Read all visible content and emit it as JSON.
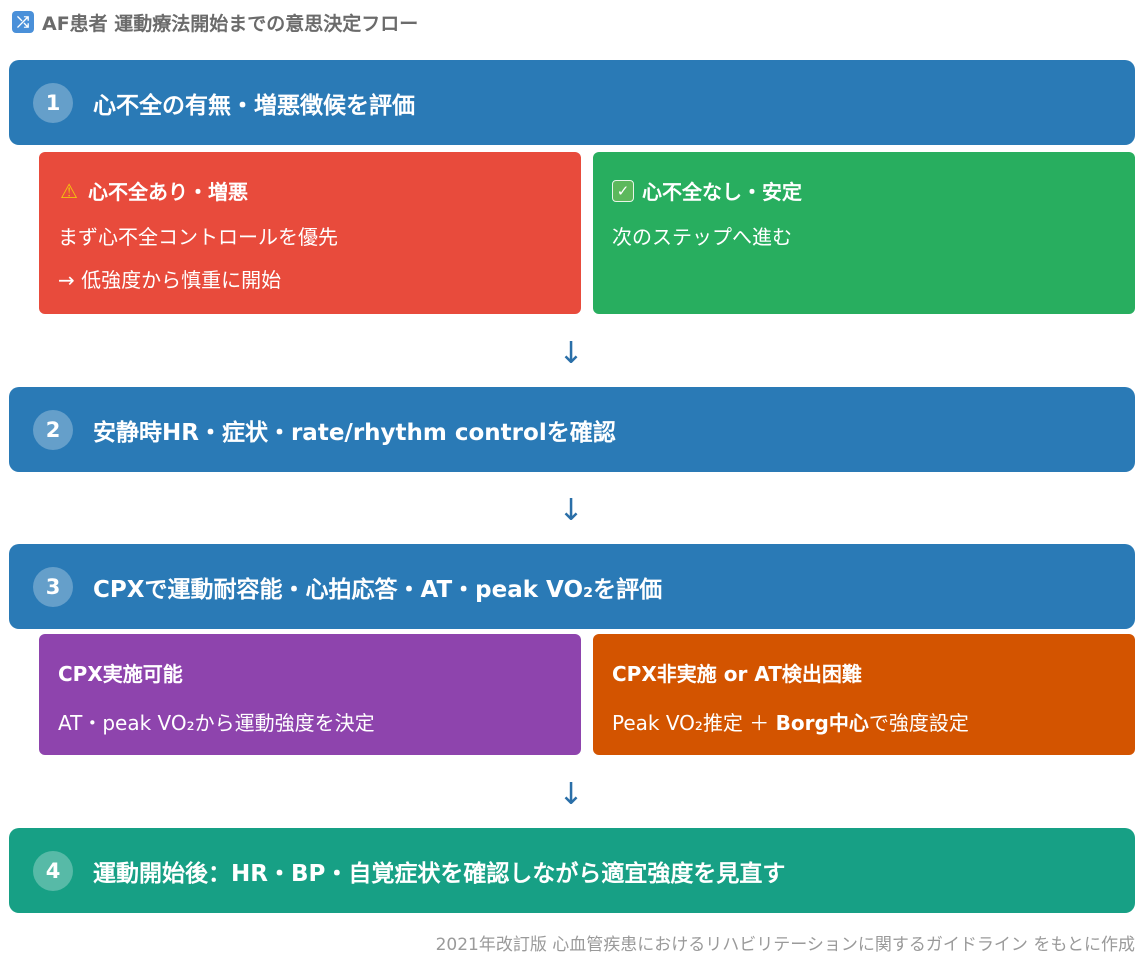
{
  "title": {
    "icon": "shuffle-icon",
    "text": "AF患者 運動療法開始までの意思決定フロー"
  },
  "steps": [
    {
      "num": "1",
      "label": "心不全の有無・増悪徴候を評価"
    },
    {
      "num": "2",
      "label": "安静時HR・症状・rate/rhythm controlを確認"
    },
    {
      "num": "3",
      "label": "CPXで運動耐容能・心拍応答・AT・peak VO₂を評価"
    },
    {
      "num": "4",
      "label": "運動開始後：HR・BP・自覚症状を確認しながら適宜強度を見直す"
    }
  ],
  "branch1": {
    "left": {
      "icon": "warning-icon",
      "heading": "心不全あり・増悪",
      "line1": "まず心不全コントロールを優先",
      "line2": "→ 低強度から慎重に開始"
    },
    "right": {
      "icon": "check-box-icon",
      "heading": "心不全なし・安定",
      "line1": "次のステップへ進む"
    }
  },
  "branch3": {
    "left": {
      "heading": "CPX実施可能",
      "line1": "AT・peak VO₂から運動強度を決定"
    },
    "right": {
      "heading": "CPX非実施 or AT検出困難",
      "line1_pre": "Peak VO₂推定 ＋ ",
      "line1_bold": "Borg中心",
      "line1_post": "で強度設定"
    }
  },
  "arrow_glyph": "↓",
  "footer": "2021年改訂版 心血管疾患におけるリハビリテーションに関するガイドライン をもとに作成",
  "colors": {
    "step_blue": "#2a7ab6",
    "step_teal": "#17a085",
    "red": "#e84b3c",
    "green": "#28ae5f",
    "purple": "#8e44ad",
    "orange": "#d35400"
  }
}
